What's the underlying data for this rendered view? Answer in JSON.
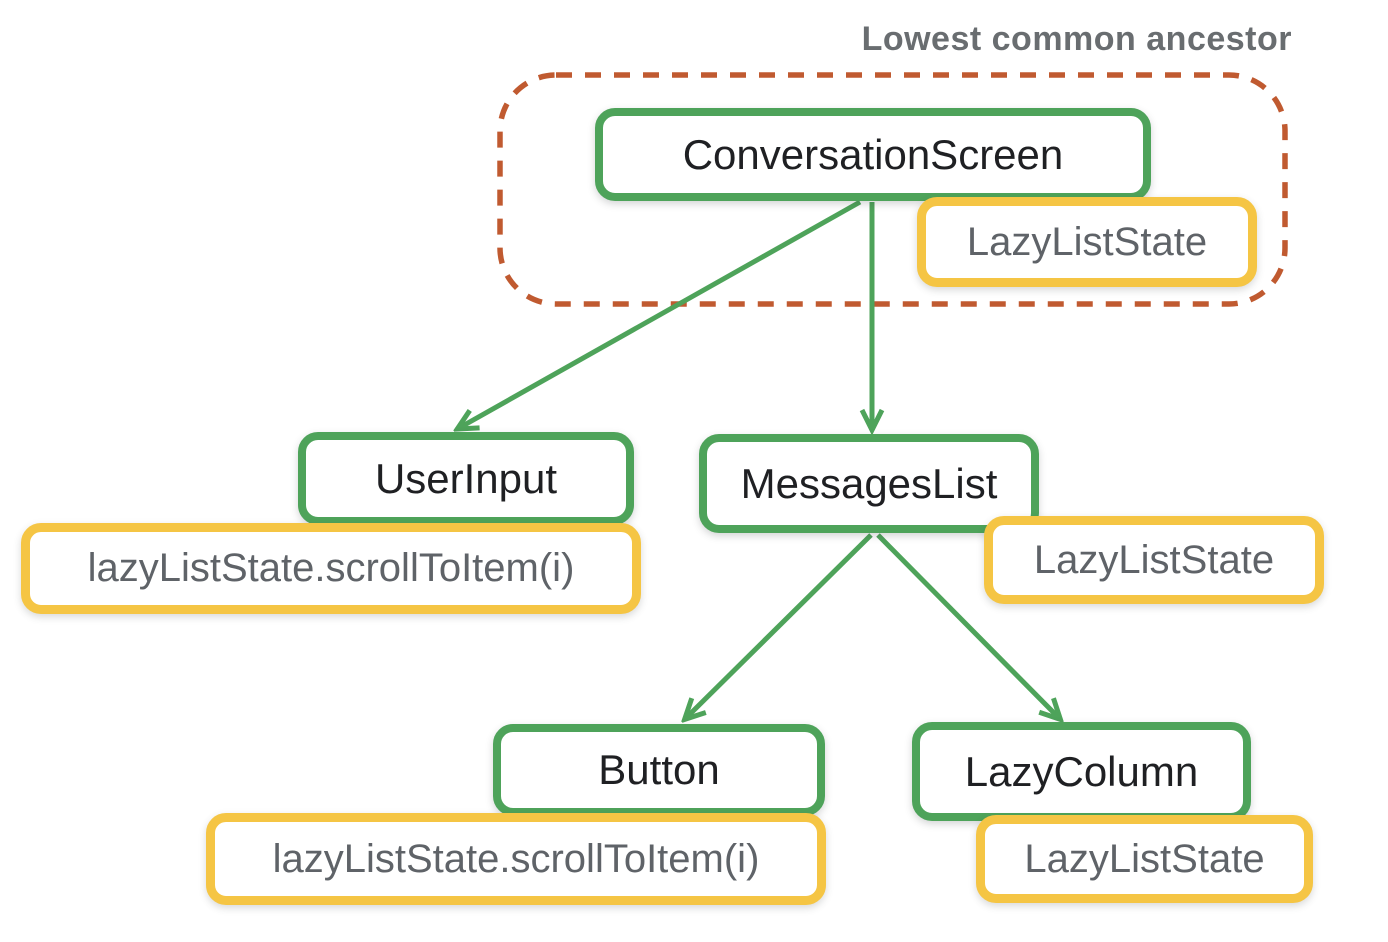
{
  "title": "Lowest common ancestor",
  "nodes": {
    "conversation_screen": "ConversationScreen",
    "user_input": "UserInput",
    "messages_list": "MessagesList",
    "button": "Button",
    "lazy_column": "LazyColumn"
  },
  "badges": {
    "conversation_screen_state": "LazyListState",
    "messages_list_state": "LazyListState",
    "lazy_column_state": "LazyListState",
    "user_input_action": "lazyListState.scrollToItem(i)",
    "button_action": "lazyListState.scrollToItem(i)"
  },
  "edges": [
    {
      "from": "ConversationScreen",
      "to": "UserInput"
    },
    {
      "from": "ConversationScreen",
      "to": "MessagesList"
    },
    {
      "from": "MessagesList",
      "to": "Button"
    },
    {
      "from": "MessagesList",
      "to": "LazyColumn"
    }
  ],
  "colors": {
    "node_border_green": "#4ea35a",
    "badge_border_yellow": "#f5c544",
    "lca_boundary_orange": "#c05a30",
    "edge_green": "#4ea35a",
    "node_text": "#1f2023",
    "badge_text": "#5f6368",
    "title_text": "#696d70"
  }
}
